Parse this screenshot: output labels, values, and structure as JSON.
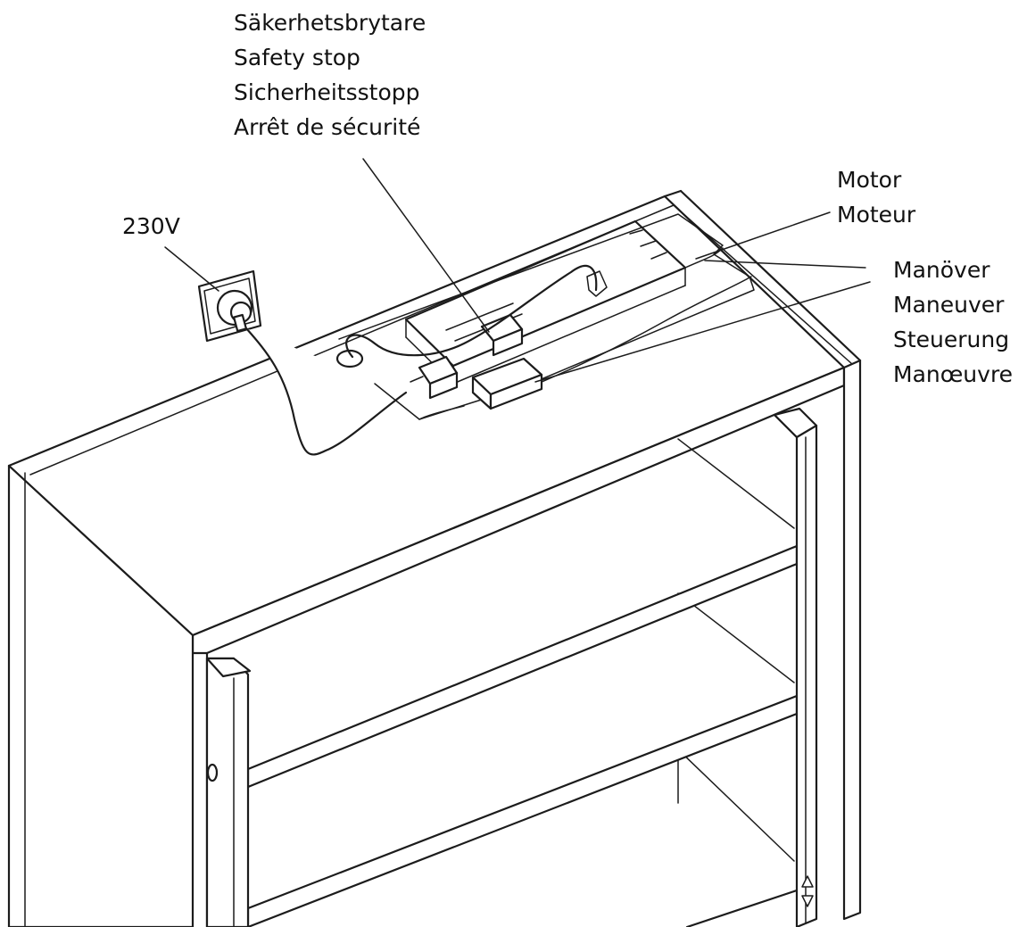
{
  "labels": {
    "safety_stop": {
      "sv": "Säkerhetsbrytare",
      "en": "Safety stop",
      "de": "Sicherheitsstopp",
      "fr": "Arrêt de sécurité"
    },
    "voltage": "230V",
    "motor": {
      "sv_en_de": "Motor",
      "fr": "Moteur"
    },
    "maneuver": {
      "sv": "Manöver",
      "en": "Maneuver",
      "de": "Steuerung",
      "fr": "Manœuvre"
    }
  },
  "icons": {
    "wall_socket": "wall-socket-icon",
    "up_down_buttons": "up-down-arrow-icon"
  }
}
